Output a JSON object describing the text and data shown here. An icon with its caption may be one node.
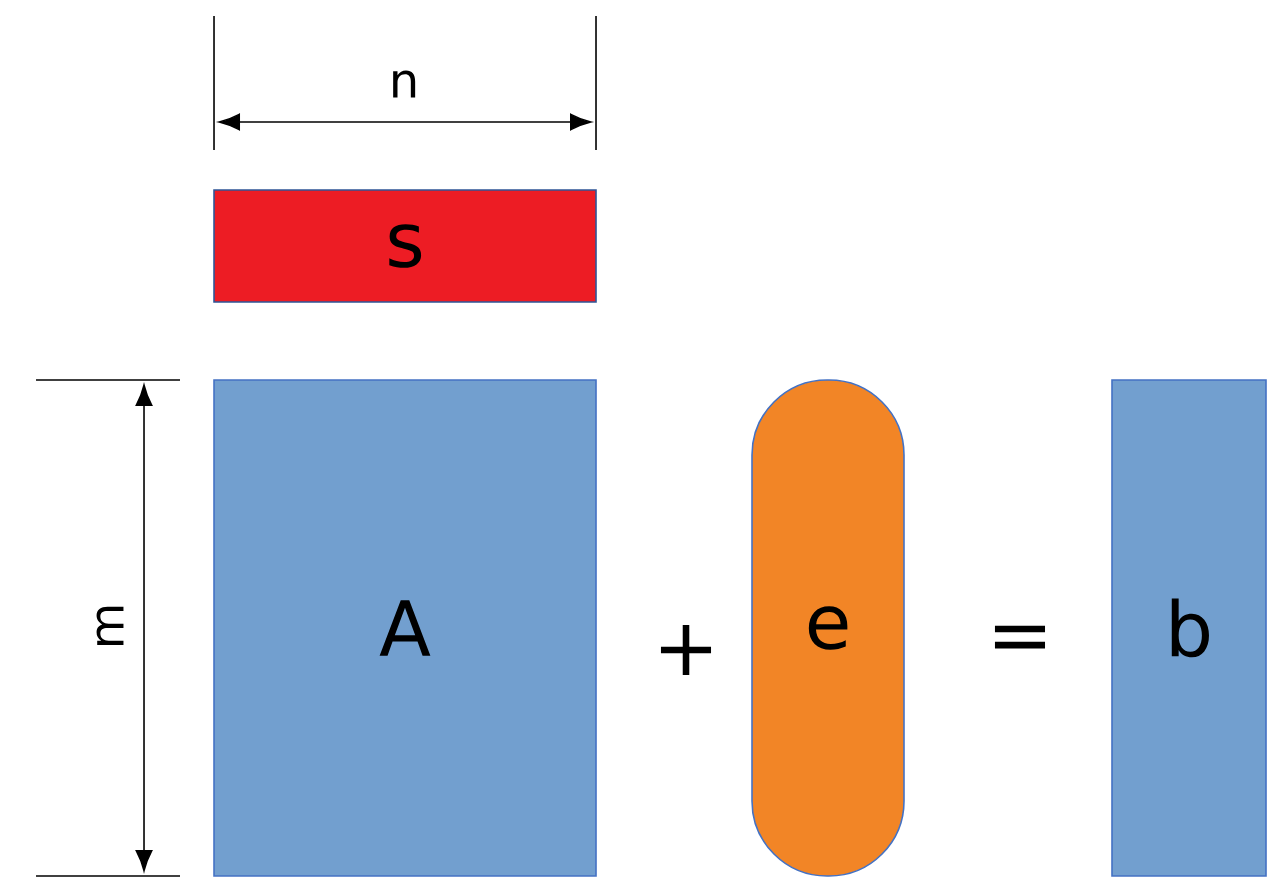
{
  "diagram": {
    "nodes": [
      {
        "text": [
          "s"
        ]
      },
      {
        "text": [
          "A"
        ]
      },
      {
        "text": [
          "e"
        ]
      },
      {
        "text": [
          "b"
        ]
      }
    ],
    "labels": [
      "n",
      "m",
      "+",
      "="
    ]
  }
}
